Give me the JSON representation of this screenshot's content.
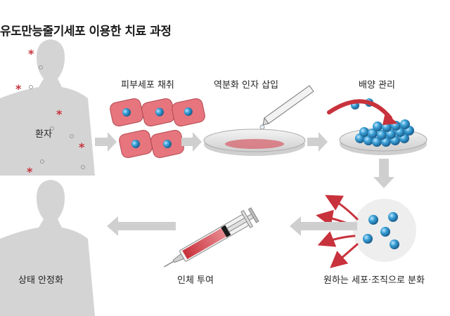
{
  "title": "유도만능줄기세포 이용한 치료 과정",
  "steps": {
    "patient": "환자",
    "skin_cells": "피부세포 채취",
    "reprogramming": "역분화 인자 삽입",
    "culture": "배양 관리",
    "differentiation": "원하는 세포·조직으로 분화",
    "infusion": "인체 투여",
    "stabilized": "상태 안정화"
  },
  "colors": {
    "silhouette": "#d4d4d4",
    "arrow_gray": "#cfcfcf",
    "accent_red": "#c8323c",
    "cell_pink": "#e6757d",
    "cell_blue": "#3aa0d6",
    "dish": "#e8e8e8"
  },
  "icons": [
    "person-silhouette-icon",
    "skin-cell-icon",
    "petri-dish-icon",
    "pipette-icon",
    "stem-cell-cluster-icon",
    "syringe-icon"
  ]
}
